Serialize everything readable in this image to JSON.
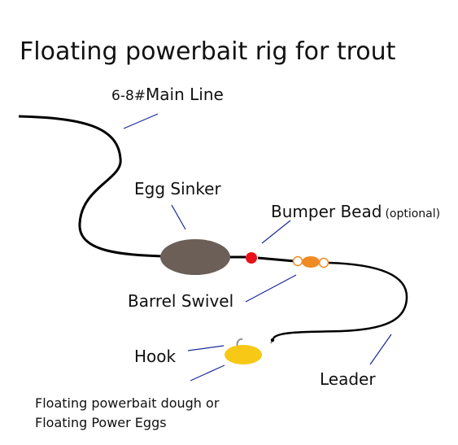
{
  "title": "Floating powerbait rig for trout",
  "labels": {
    "main_line_prefix": "6-8#",
    "main_line": "Main Line",
    "egg_sinker": "Egg Sinker",
    "bumper_bead": "Bumper Bead",
    "bumper_optional": "(optional)",
    "barrel_swivel": "Barrel Swivel",
    "hook": "Hook",
    "leader": "Leader",
    "dough_line1": "Floating powerbait dough or",
    "dough_line2": "Floating Power Eggs"
  },
  "colors": {
    "line": "#000000",
    "pointer": "#1a2a9a",
    "sinker": "#6b5f57",
    "bumper_bead": "#e8111a",
    "swivel_body": "#f08a24",
    "swivel_ring": "#f08a24",
    "bait": "#f7c815",
    "hook": "#8c8c8c"
  }
}
